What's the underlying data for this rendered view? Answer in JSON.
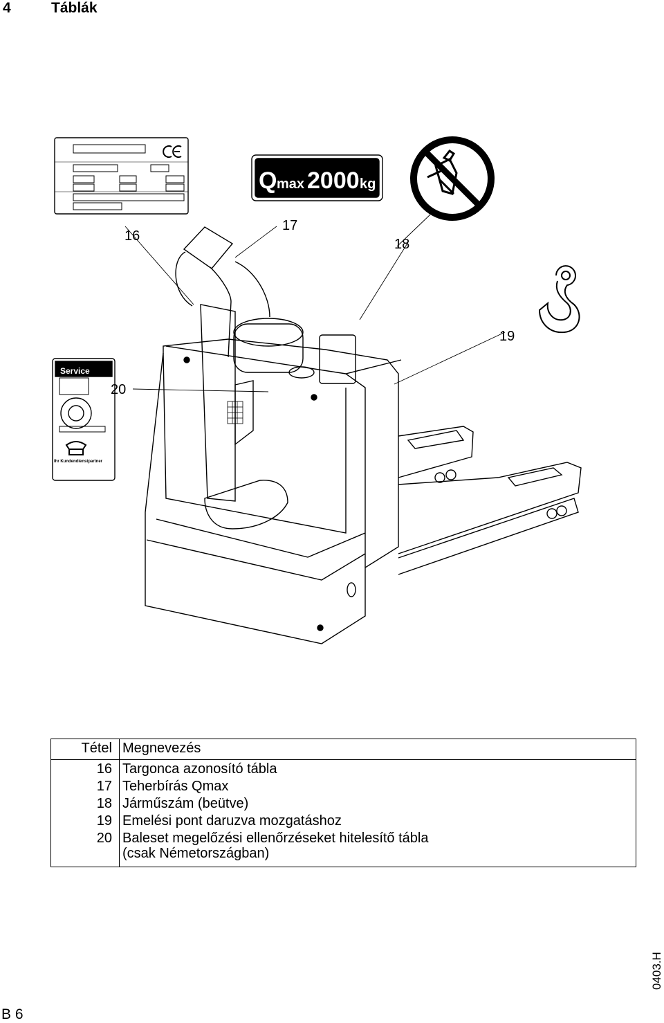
{
  "header": {
    "number": "4",
    "title": "Táblák"
  },
  "callouts": [
    "16",
    "17",
    "18",
    "19",
    "20"
  ],
  "qmax_plate": {
    "q": "Q",
    "sub": "max",
    "value": "2000",
    "unit": "kg"
  },
  "service_plate": {
    "title": "Service",
    "partner": "Ihr Kundendienstpartner"
  },
  "legend": {
    "header": {
      "pos": "Tétel",
      "name": "Megnevezés"
    },
    "rows": [
      {
        "pos": "16",
        "name": "Targonca azonosító tábla"
      },
      {
        "pos": "17",
        "name": "Teherbírás Qmax"
      },
      {
        "pos": "18",
        "name": "Járműszám (beütve)"
      },
      {
        "pos": "19",
        "name": "Emelési pont daruzva mozgatáshoz"
      },
      {
        "pos": "20",
        "name": "Baleset megelőzési ellenőrzéseket hitelesítő tábla",
        "name2": "(csak Németországban)"
      }
    ]
  },
  "footer": {
    "page": "B 6",
    "code": "0403.H"
  }
}
